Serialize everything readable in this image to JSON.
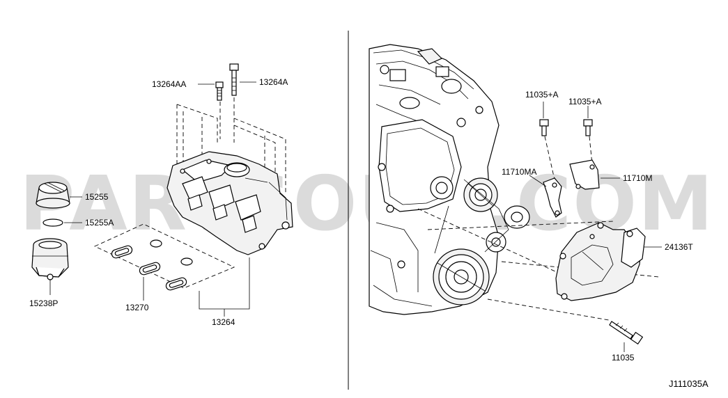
{
  "watermark": "PARTSOUQ.COM",
  "diagram_code": "J111035A",
  "labels": {
    "p13264AA": "13264AA",
    "p13264A": "13264A",
    "p15255": "15255",
    "p15255A": "15255A",
    "p15238P": "15238P",
    "p13270": "13270",
    "p13264": "13264",
    "p11035A_1": "11035+A",
    "p11035A_2": "11035+A",
    "p11710MA": "11710MA",
    "p11710M": "11710M",
    "p24136T": "24136T",
    "p11035": "11035"
  }
}
